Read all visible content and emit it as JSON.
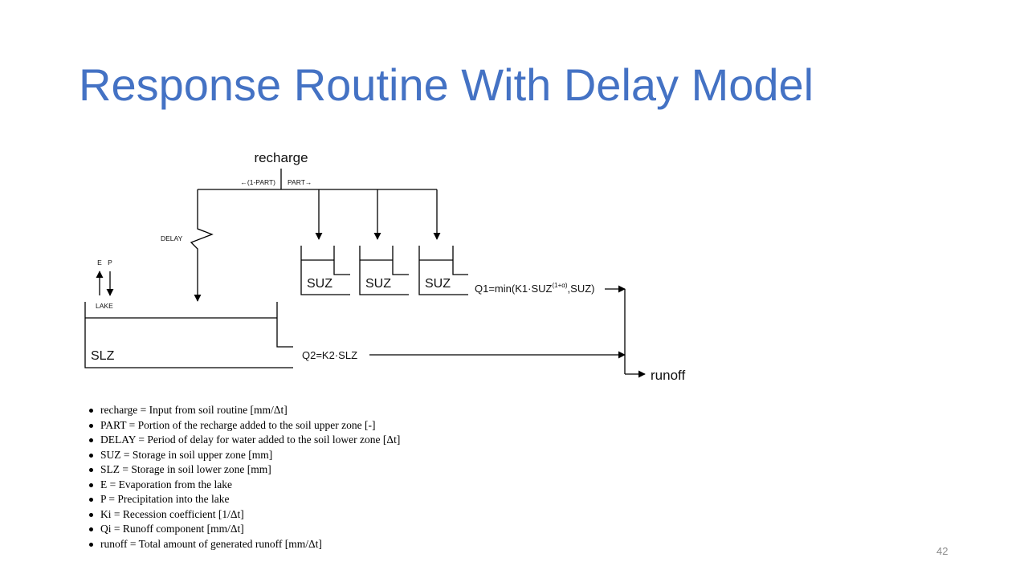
{
  "slide": {
    "title": "Response Routine With Delay Model",
    "page_number": "42"
  },
  "diagram": {
    "recharge_label": "recharge",
    "split_left_label": "←(1-PART)",
    "split_right_label": "PART→",
    "delay_label": "DELAY",
    "evaporation_label": "E",
    "precipitation_label": "P",
    "lake_label": "LAKE",
    "suz_labels": [
      "SUZ",
      "SUZ",
      "SUZ"
    ],
    "slz_label": "SLZ",
    "q1_text": "Q1=min(K1·SUZ",
    "q1_exponent": "(1+α)",
    "q1_tail": ",SUZ)",
    "q2_label": "Q2=K2·SLZ",
    "runoff_label": "runoff"
  },
  "legend": [
    "recharge = Input from soil routine [mm/Δt]",
    "PART = Portion of the recharge added to the soil upper zone [-]",
    "DELAY = Period of delay for water added to the soil lower zone [Δt]",
    "SUZ = Storage in soil upper zone [mm]",
    "SLZ = Storage in soil lower zone [mm]",
    "E = Evaporation from the lake",
    "P = Precipitation into the lake",
    "Ki = Recession coefficient [1/Δt]",
    "Qi = Runoff component [mm/Δt]",
    "runoff = Total amount of generated runoff [mm/Δt]"
  ]
}
